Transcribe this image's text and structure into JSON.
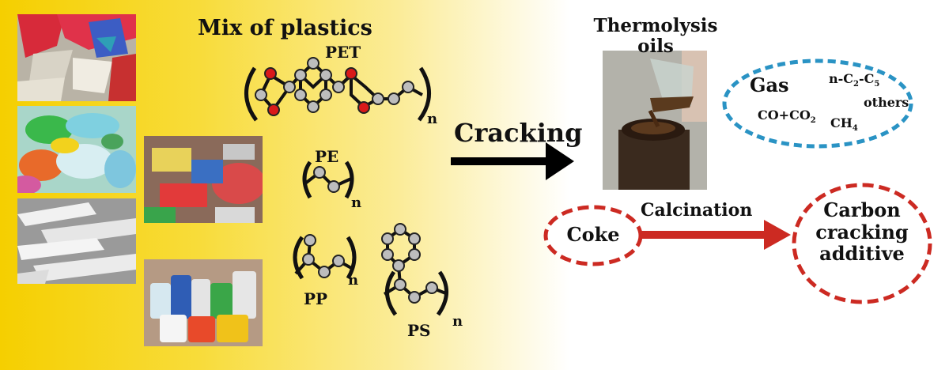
{
  "diagram": {
    "mix_title": "Mix of plastics",
    "polymers": {
      "pet": "PET",
      "pe": "PE",
      "pp": "PP",
      "ps": "PS",
      "repeat_subscript": "n"
    },
    "process": {
      "cracking": "Cracking",
      "calcination": "Calcination"
    },
    "products": {
      "oils_line1": "Thermolysis",
      "oils_line2": "oils",
      "gas_title": "Gas",
      "gas_c_prefix": "n-C",
      "gas_c_sub1": "2",
      "gas_c_mid": "-C",
      "gas_c_sub2": "5",
      "gas_others": "others",
      "gas_co_prefix": "CO+CO",
      "gas_co_sub": "2",
      "gas_ch4_prefix": "CH",
      "gas_ch4_sub": "4",
      "coke": "Coke",
      "additive_line1": "Carbon",
      "additive_line2": "cracking",
      "additive_line3": "additive"
    },
    "colors": {
      "background_gradient_start": "#f5d000",
      "background_gradient_end": "#ffffff",
      "oxygen_atom": "#d91a1a",
      "carbon_atom": "#bdbdbd",
      "gas_ellipse": "#2a93c4",
      "coke_path": "#cc2a22",
      "arrow_cracking": "#000000"
    }
  }
}
